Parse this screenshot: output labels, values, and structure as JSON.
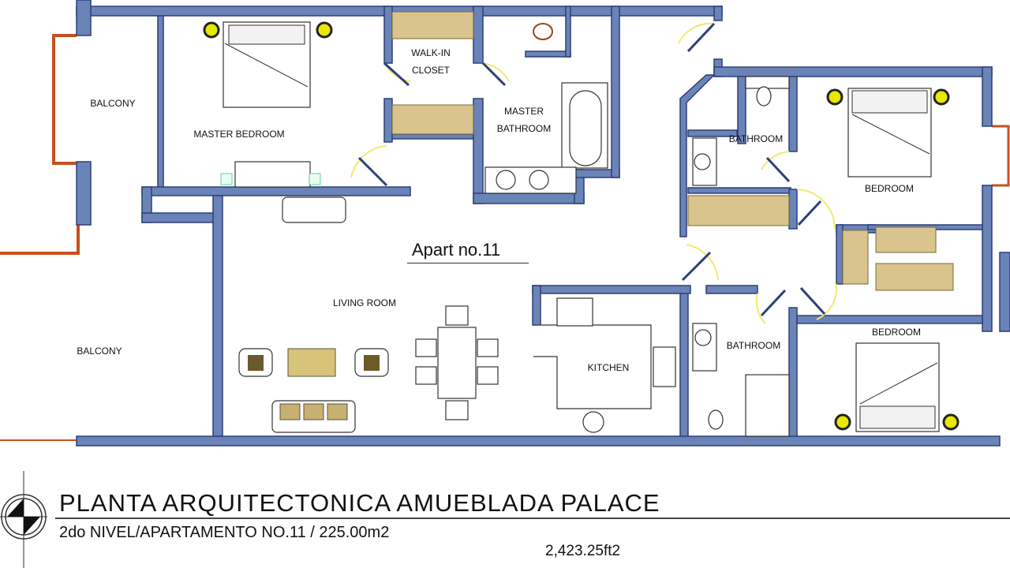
{
  "plan_label": "Apart no.11",
  "rooms": {
    "balcony_top": "BALCONY",
    "balcony_bottom": "BALCONY",
    "master_bedroom": "MASTER BEDROOM",
    "walk_in_closet_1": "WALK-IN",
    "walk_in_closet_2": "CLOSET",
    "master_bathroom_1": "MASTER",
    "master_bathroom_2": "BATHROOM",
    "bathroom_upper": "BATHROOM",
    "bedroom_upper": "BEDROOM",
    "living_room": "LIVING ROOM",
    "kitchen": "KITCHEN",
    "bathroom_lower": "BATHROOM",
    "bedroom_lower": "BEDROOM"
  },
  "title_block": {
    "title": "PLANTA ARQUITECTONICA AMUEBLADA PALACE",
    "subtitle": "2do NIVEL/APARTAMENTO NO.11 / 225.00m2",
    "area_ft": "2,423.25ft2"
  },
  "colors": {
    "wall": "#6a84b8",
    "wall_outline": "#2d3f78",
    "closet_shelf": "#d8c48c",
    "balcony_rail": "#c8501e",
    "door_swing": "#f0ea70"
  }
}
